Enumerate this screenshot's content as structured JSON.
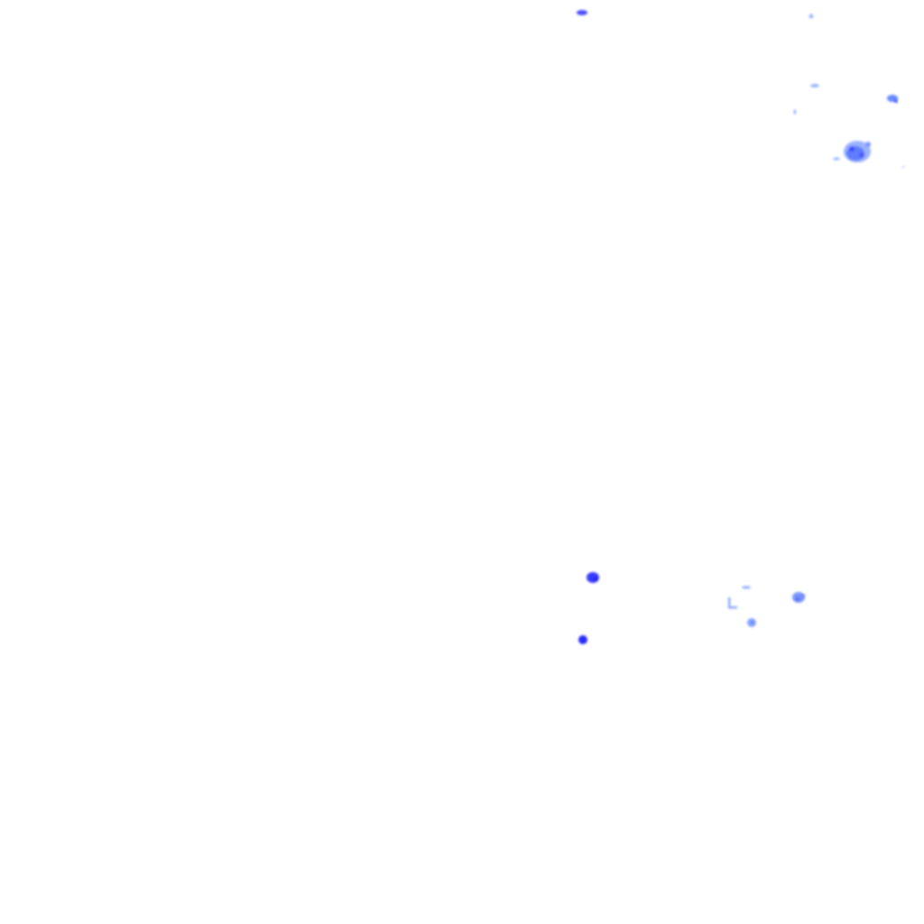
{
  "map": {
    "layer": "precipitation-radar-tile",
    "background_color": "#ffffff",
    "palette": {
      "light": "#9ab8ff",
      "medium": "#5a78ff",
      "heavy": "#2a2aff"
    },
    "echoes": [
      {
        "name": "echo-top-center",
        "intensity": "heavy"
      },
      {
        "name": "echo-top-right-speck",
        "intensity": "light"
      },
      {
        "name": "echo-upper-right-streak",
        "intensity": "light"
      },
      {
        "name": "echo-upper-right-small-1",
        "intensity": "medium"
      },
      {
        "name": "echo-upper-right-small-2",
        "intensity": "light"
      },
      {
        "name": "echo-upper-right-cluster",
        "intensity": "medium"
      },
      {
        "name": "echo-lower-center-1",
        "intensity": "heavy"
      },
      {
        "name": "echo-lower-center-2",
        "intensity": "heavy"
      },
      {
        "name": "echo-lower-right-1",
        "intensity": "light"
      },
      {
        "name": "echo-lower-right-2",
        "intensity": "light"
      },
      {
        "name": "echo-lower-right-3",
        "intensity": "medium"
      },
      {
        "name": "echo-lower-right-4",
        "intensity": "light"
      }
    ]
  }
}
